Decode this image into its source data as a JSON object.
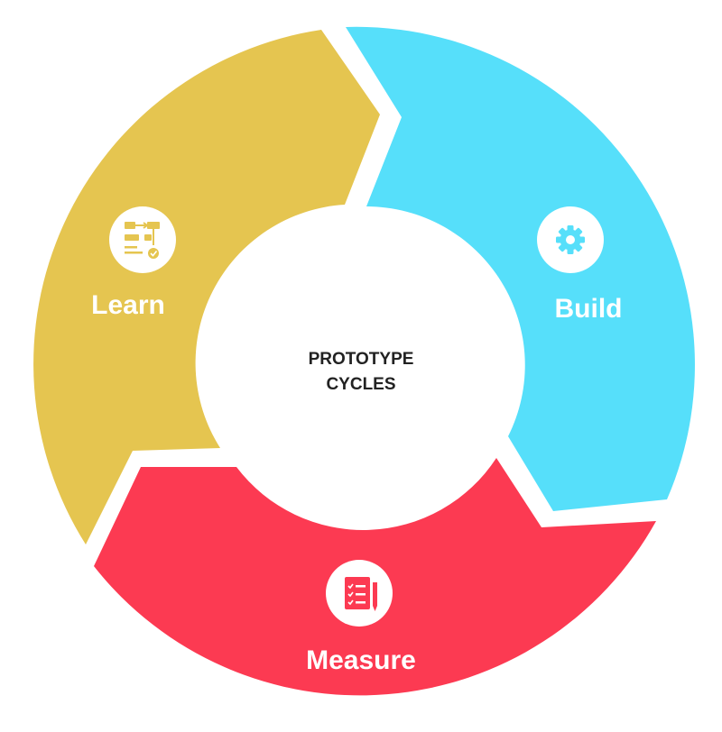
{
  "center": {
    "line1": "PROTOTYPE",
    "line2": "CYCLES"
  },
  "segments": {
    "build": {
      "label": "Build",
      "color": "#56DFFA",
      "icon": "gear-icon"
    },
    "measure": {
      "label": "Measure",
      "color": "#FC3A52",
      "icon": "checklist-icon"
    },
    "learn": {
      "label": "Learn",
      "color": "#E5C550",
      "icon": "flowchart-icon"
    }
  }
}
